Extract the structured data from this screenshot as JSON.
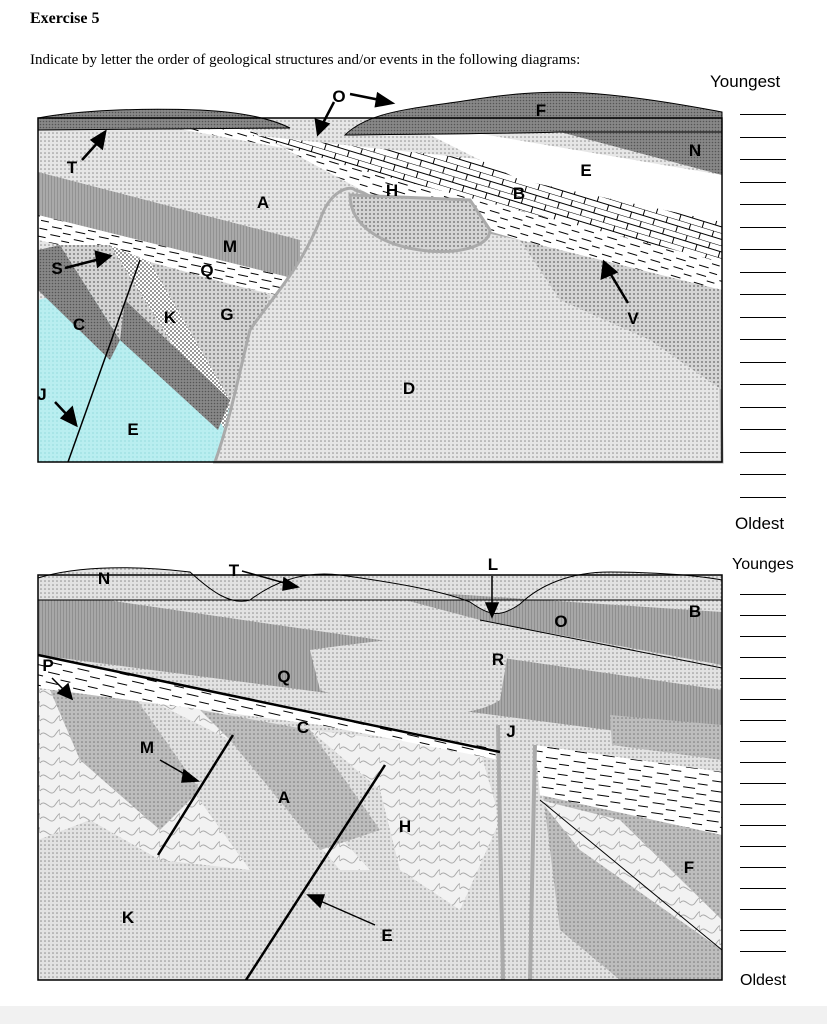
{
  "exercise": {
    "title": "Exercise 5",
    "instruction": "Indicate by letter the order of geological structures and/or events in the following diagrams:"
  },
  "diagram1": {
    "youngest_label": "Youngest",
    "oldest_label": "Oldest",
    "blank_count": 18,
    "labels": {
      "T": "T",
      "O": "O",
      "F": "F",
      "N": "N",
      "E_upper": "E",
      "H": "H",
      "B": "B",
      "A": "A",
      "M": "M",
      "S": "S",
      "Q": "Q",
      "V": "V",
      "C": "C",
      "K": "K",
      "G": "G",
      "D": "D",
      "J": "J",
      "E_lower": "E"
    }
  },
  "diagram2": {
    "youngest_label": "Younges",
    "oldest_label": "Oldest",
    "blank_count": 18,
    "labels": {
      "N": "N",
      "T": "T",
      "L": "L",
      "O": "O",
      "B": "B",
      "R": "R",
      "P": "P",
      "Q": "Q",
      "C": "C",
      "J": "J",
      "M": "M",
      "A": "A",
      "H": "H",
      "F": "F",
      "K": "K",
      "E": "E"
    }
  },
  "colors": {
    "cyan": "#b9eef0",
    "dark_grey": "#8a8a8a",
    "mid_grey": "#b8b8b8",
    "light_grey": "#d9d9d9"
  }
}
